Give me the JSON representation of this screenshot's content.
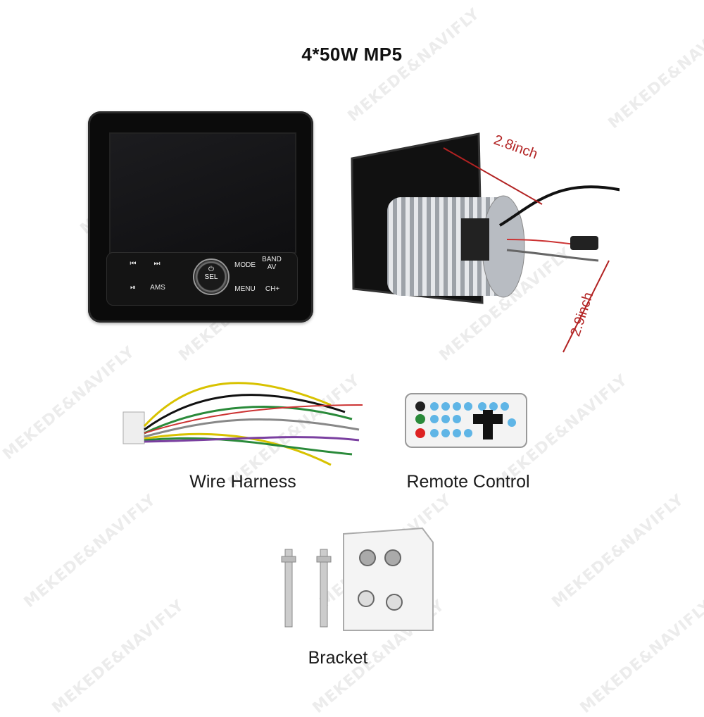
{
  "title": "4*50W MP5",
  "dimensions": {
    "width_label": "2.8inch",
    "height_label": "2.9inch"
  },
  "head_unit": {
    "buttons": {
      "prev": "⏮",
      "next": "⏭",
      "play_pause": "⏯",
      "ams": "AMS",
      "mode": "MODE",
      "band": "BAND",
      "av": "AV",
      "menu": "MENU",
      "ch_plus": "CH+",
      "sel": "SEL",
      "power": "⏻"
    }
  },
  "captions": {
    "wire_harness": "Wire Harness",
    "remote_control": "Remote Control",
    "bracket": "Bracket"
  },
  "watermark": "MEKEDE&NAVIFLY",
  "colors": {
    "dimension_line": "#b22222",
    "unit_body": "#0b0b0b"
  }
}
